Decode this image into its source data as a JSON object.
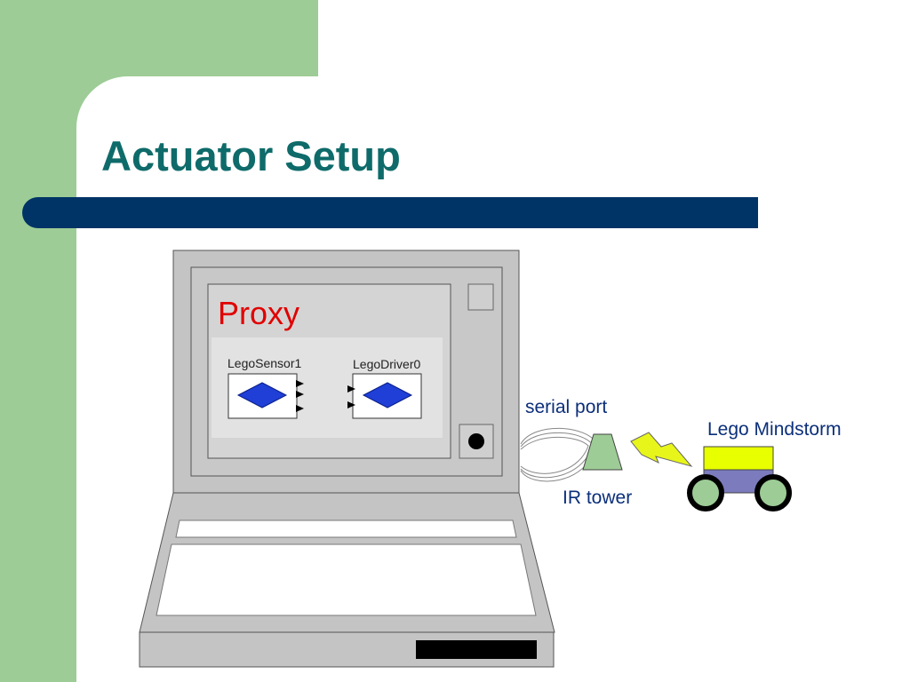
{
  "slide": {
    "title": "Actuator Setup"
  },
  "diagram": {
    "proxy_label": "Proxy",
    "sensor_label": "LegoSensor1",
    "driver_label": "LegoDriver0",
    "serial_port_label": "serial port",
    "ir_tower_label": "IR tower",
    "robot_label": "Lego Mindstorm"
  },
  "colors": {
    "side_panel": "#9dcc96",
    "title_text": "#0e6b6a",
    "title_bar": "#003366",
    "proxy_text": "#e00000",
    "diamond_fill": "#1f3fd6",
    "ir_tower_fill": "#9dcc96",
    "signal_fill": "#e8f51a",
    "robot_body": "#e8ff00",
    "robot_base": "#7b7bbd",
    "wheel_fill": "#9dcc96",
    "label_text": "#0b2f7a"
  }
}
